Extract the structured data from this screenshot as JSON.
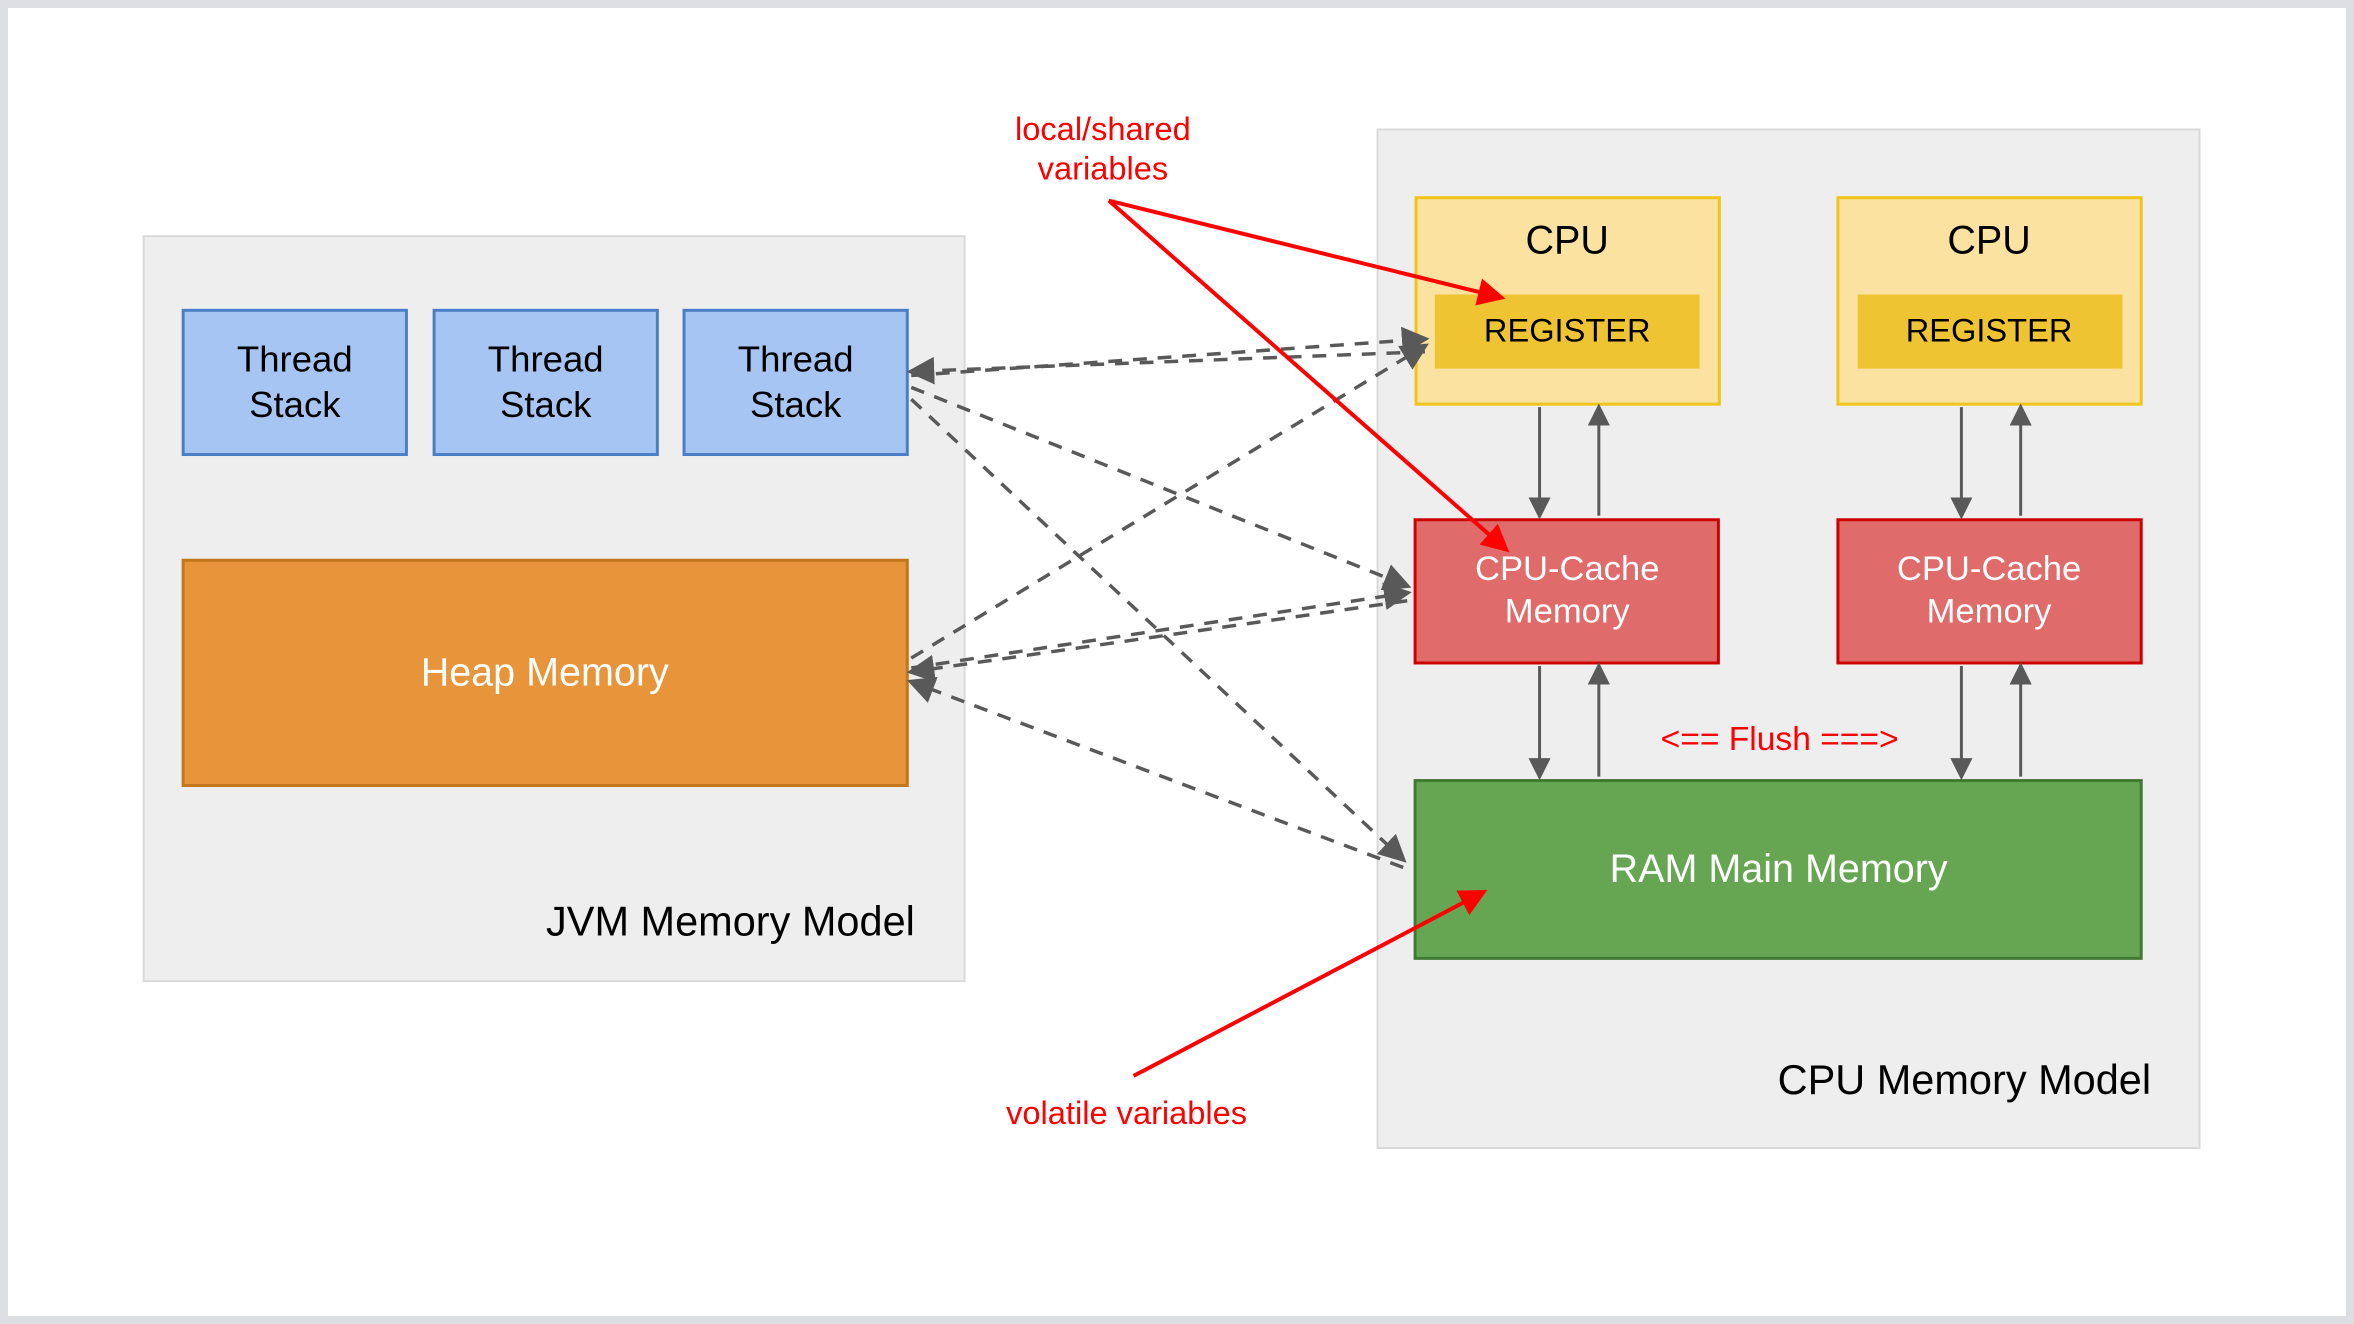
{
  "diagram": {
    "title_implied": "Java Memory Model vs CPU Memory Model",
    "background_color": "#ffffff",
    "frame_border_color": "#dcdee2"
  },
  "panels": [
    {
      "id": "jvm-panel",
      "label": "JVM Memory Model",
      "fill": "#eeeeee",
      "stroke": "#d5d5d5"
    },
    {
      "id": "cpu-panel",
      "label": "CPU Memory Model",
      "fill": "#eeeeee",
      "stroke": "#d5d5d5"
    }
  ],
  "jvm": {
    "panel_label": "JVM Memory Model",
    "thread_stacks": [
      {
        "line1": "Thread",
        "line2": "Stack"
      },
      {
        "line1": "Thread",
        "line2": "Stack"
      },
      {
        "line1": "Thread",
        "line2": "Stack"
      }
    ],
    "thread_stack_fill": "#a7c5f2",
    "thread_stack_stroke": "#4a7ec7",
    "thread_stack_text_color": "#000000",
    "heap": {
      "label": "Heap Memory",
      "fill": "#e8943a",
      "stroke": "#c2751b",
      "text_color": "#ffffff"
    }
  },
  "cpu": {
    "panel_label": "CPU Memory Model",
    "cores": [
      {
        "cpu_label": "CPU",
        "register_label": "REGISTER"
      },
      {
        "cpu_label": "CPU",
        "register_label": "REGISTER"
      }
    ],
    "caches": [
      {
        "line1": "CPU-Cache",
        "line2": "Memory"
      },
      {
        "line1": "CPU-Cache",
        "line2": "Memory"
      }
    ],
    "ram": {
      "label": "RAM Main Memory",
      "fill": "#66a653",
      "stroke": "#3f7a32",
      "text_color": "#ffffff"
    },
    "cpu_fill": "#fbe2a0",
    "cpu_stroke": "#f0c419",
    "cpu_text_color": "#000000",
    "register_fill": "#efc432",
    "register_text_color": "#000000",
    "cache_fill": "#e06b6b",
    "cache_stroke": "#cc0000",
    "cache_text_color": "#ffffff"
  },
  "annotations": {
    "local_shared": {
      "line1": "local/shared",
      "line2": "variables",
      "color": "#ff0000"
    },
    "volatile": {
      "text": "volatile variables",
      "color": "#ff0000"
    },
    "flush": {
      "text": "<== Flush ===>",
      "color": "#ff0000"
    }
  },
  "connector_styles": {
    "dashed_color": "#595959",
    "dashed_pattern": "14 11",
    "solid_color": "#595959",
    "red_color": "#ff0000"
  }
}
